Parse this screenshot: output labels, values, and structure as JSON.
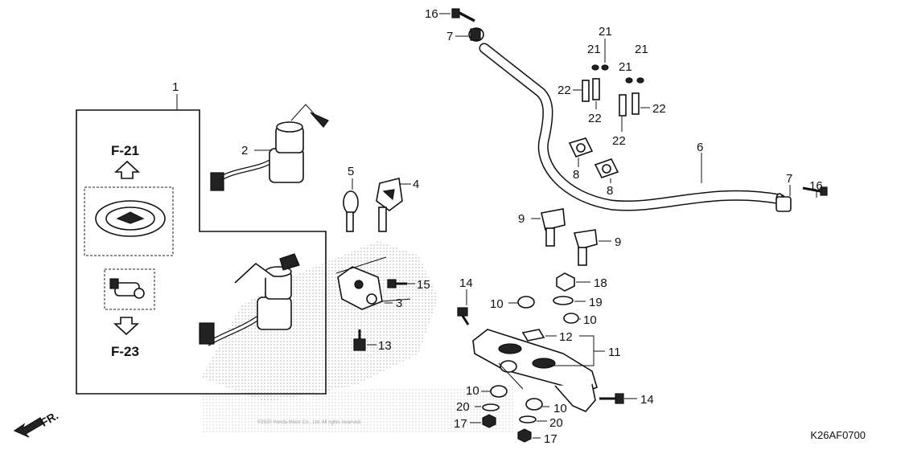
{
  "diagram": {
    "callouts": {
      "n1": "1",
      "n2": "2",
      "n3": "3",
      "n4": "4",
      "n5": "5",
      "n6": "6",
      "n7a": "7",
      "n7b": "7",
      "n8a": "8",
      "n8b": "8",
      "n9a": "9",
      "n9b": "9",
      "n10a": "10",
      "n10b": "10",
      "n10c": "10",
      "n10d": "10",
      "n11": "11",
      "n12": "12",
      "n13": "13",
      "n14a": "14",
      "n14b": "14",
      "n15": "15",
      "n16a": "16",
      "n16b": "16",
      "n17a": "17",
      "n17b": "17",
      "n18": "18",
      "n19": "19",
      "n20a": "20",
      "n20b": "20",
      "n21a": "21",
      "n21b": "21",
      "n21c": "21",
      "n21d": "21",
      "n22a": "22",
      "n22b": "22",
      "n22c": "22",
      "n22d": "22"
    },
    "refs": {
      "top": "F-21",
      "bottom": "F-23"
    },
    "direction_label": "FR.",
    "diagram_code": "K26AF0700",
    "copyright_note": "©2020 Honda Motor Co., Ltd. All rights reserved."
  },
  "colors": {
    "ink": "#111111",
    "background": "#ffffff",
    "halftone": "#9a9a9a"
  },
  "icons": [
    "arrow-up-icon",
    "arrow-down-icon",
    "front-arrow-icon"
  ]
}
